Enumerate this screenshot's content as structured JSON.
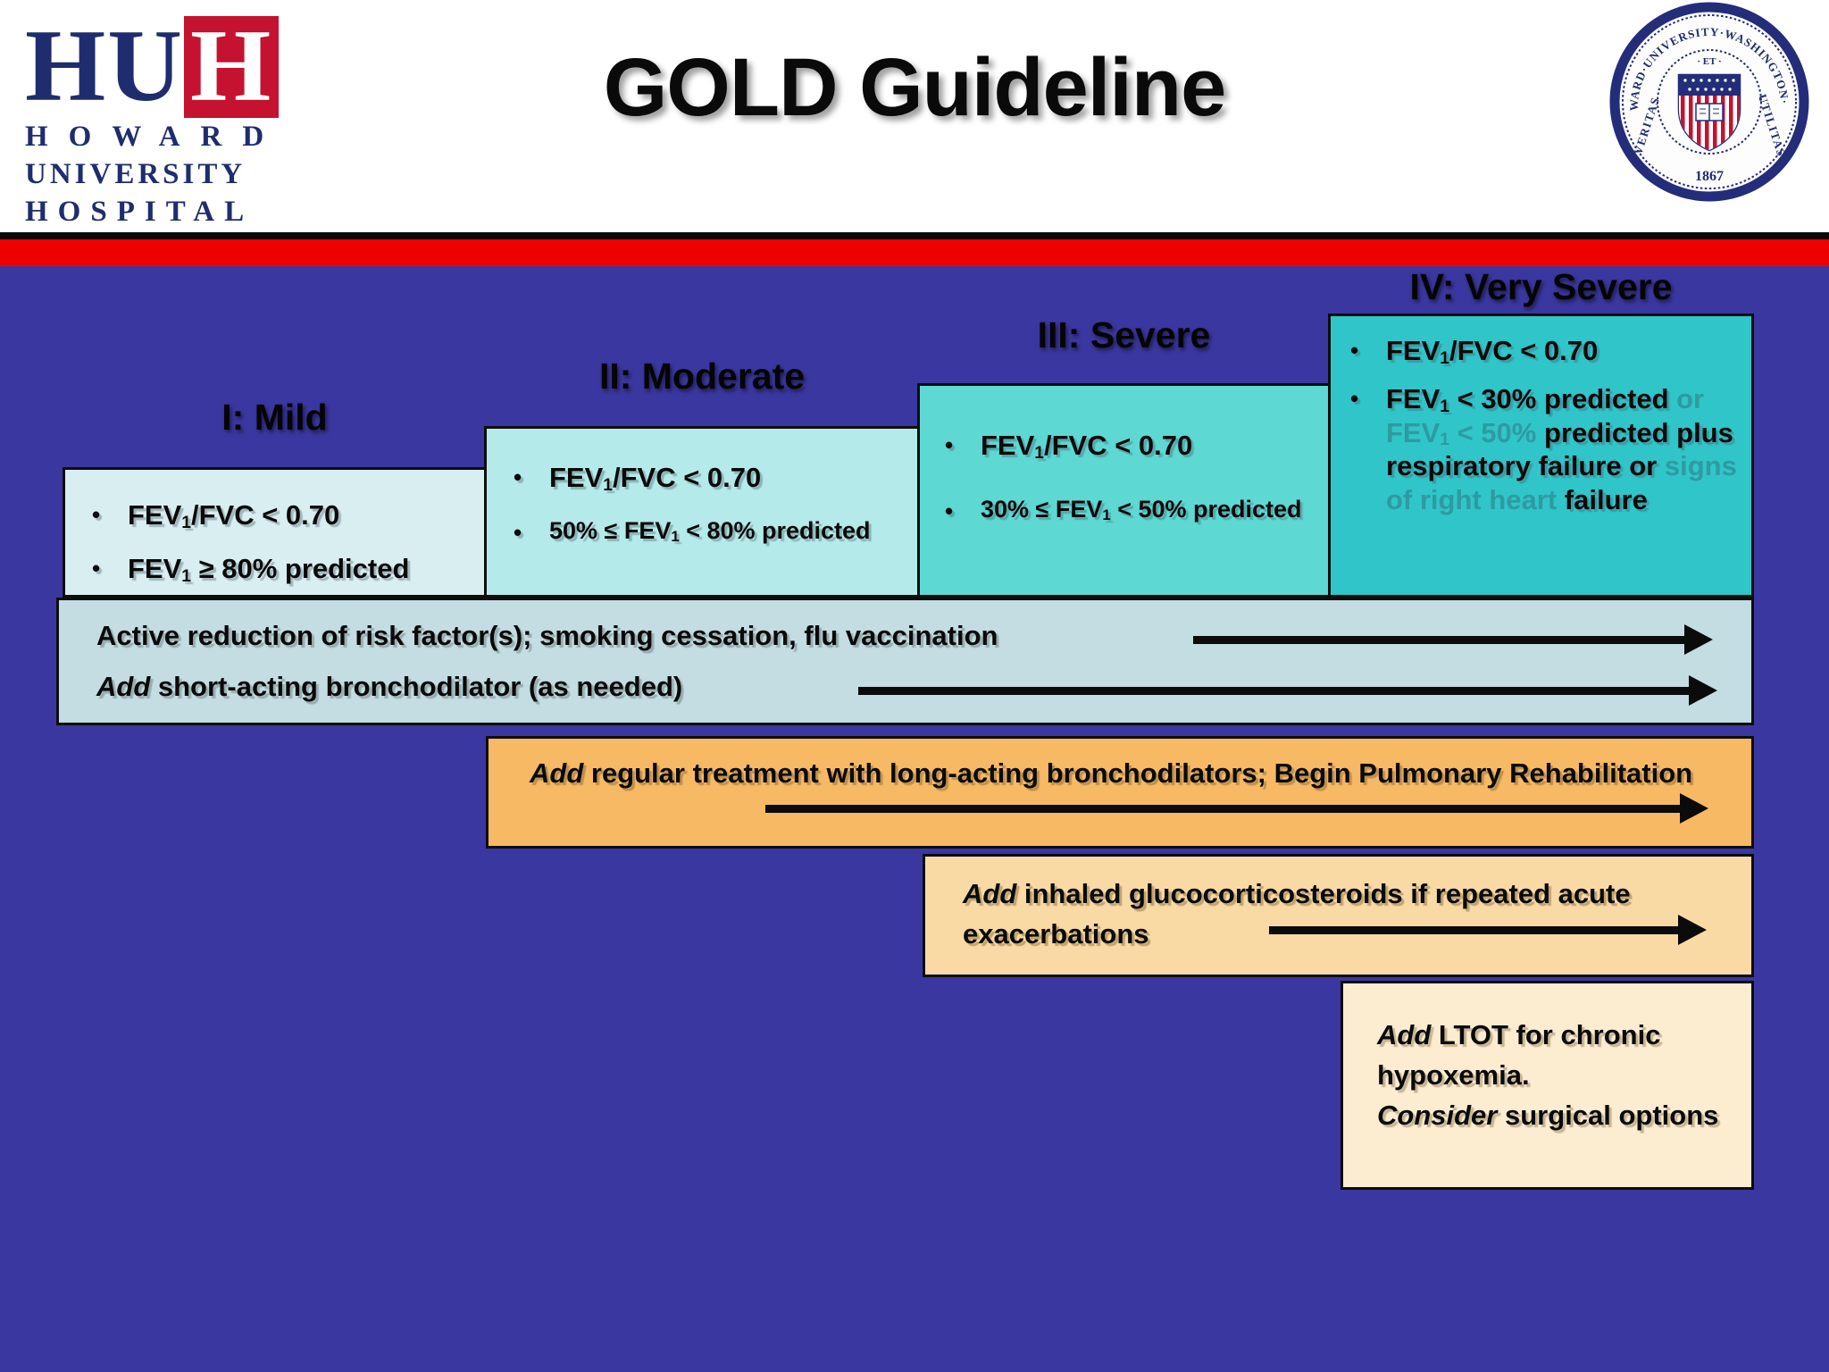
{
  "chrome": {
    "bullet_char": "•"
  },
  "header": {
    "title": "GOLD Guideline",
    "logo": {
      "acronym_prefix": "HU",
      "acronym_suffix": "H",
      "line1": "HOWARD",
      "line2": "UNIVERSITY",
      "line3": "HOSPITAL"
    },
    "seal": {
      "ring_text": "HOWARD·UNIVERSITY·WASHINGTON·D.C.",
      "left_text": "VERITAS",
      "right_text": "UTILITAS",
      "et_text": "· ET ·",
      "year": "1867"
    }
  },
  "stages": [
    {
      "heading": "I: Mild",
      "bullets": [
        [
          {
            "t": "FEV"
          },
          {
            "t": "1",
            "s": "sub"
          },
          {
            "t": "/FVC < 0.70"
          }
        ],
        [
          {
            "t": "FEV"
          },
          {
            "t": "1",
            "s": "sub"
          },
          {
            "t": " ≥ 80% predicted"
          }
        ]
      ]
    },
    {
      "heading": "II: Moderate",
      "bullets": [
        [
          {
            "t": "FEV"
          },
          {
            "t": "1",
            "s": "sub"
          },
          {
            "t": "/FVC < 0.70"
          }
        ],
        [
          {
            "t": "50% ≤ FEV"
          },
          {
            "t": "1",
            "s": "sub"
          },
          {
            "t": " < 80% predicted"
          }
        ]
      ]
    },
    {
      "heading": "III: Severe",
      "bullets": [
        [
          {
            "t": "FEV"
          },
          {
            "t": "1",
            "s": "sub"
          },
          {
            "t": "/FVC < 0.70"
          }
        ],
        [
          {
            "t": "30% ≤ FEV"
          },
          {
            "t": "1",
            "s": "sub"
          },
          {
            "t": " < 50% predicted"
          }
        ]
      ]
    },
    {
      "heading": "IV: Very Severe",
      "bullets": [
        [
          {
            "t": "FEV"
          },
          {
            "t": "1",
            "s": "sub"
          },
          {
            "t": "/FVC < 0.70"
          }
        ],
        [
          {
            "t": "FEV"
          },
          {
            "t": "1",
            "s": "sub"
          },
          {
            "t": " < 30% predicted "
          },
          {
            "t": "or FEV",
            "s": "faded"
          },
          {
            "t": "1",
            "s": "sub faded"
          },
          {
            "t": " < 50% ",
            "s": "faded"
          },
          {
            "t": "predicted plus respiratory failure or "
          },
          {
            "t": "signs of right heart",
            "s": "faded"
          },
          {
            "t": " failure"
          }
        ]
      ]
    }
  ],
  "treatments": {
    "band1": {
      "line1": [
        {
          "t": "Active reduction of risk factor(s); smoking cessation, flu vaccination"
        }
      ],
      "line2": [
        {
          "t": "Add",
          "s": "it"
        },
        {
          "t": " short-acting bronchodilator (as needed)"
        }
      ]
    },
    "band2": {
      "line1": [
        {
          "t": "Add",
          "s": "it"
        },
        {
          "t": " regular treatment with long-acting bronchodilators; Begin Pulmonary Rehabilitation"
        }
      ]
    },
    "band3": {
      "line1": [
        {
          "t": "Add",
          "s": "it"
        },
        {
          "t": " inhaled glucocorticosteroids if repeated acute exacerbations"
        }
      ]
    },
    "box4": {
      "line1": [
        {
          "t": "Add",
          "s": "it"
        },
        {
          "t": " LTOT for chronic hypoxemia."
        }
      ],
      "line2": [
        {
          "t": "Consider",
          "s": "it"
        },
        {
          "t": " surgical options"
        }
      ]
    }
  },
  "colors": {
    "background": "#3b37a0",
    "red_bar": "#ee0000",
    "stage1": "#d9eef1",
    "stage2": "#b5eaea",
    "stage3": "#5ed8d3",
    "stage4": "#30c5c9",
    "band1": "#c3dde2",
    "band2": "#f8b964",
    "band3": "#fadaa4",
    "box4": "#fcecd0",
    "navy": "#1f2d6e",
    "logo_red": "#c41230",
    "faded": "#2e9aa2"
  }
}
